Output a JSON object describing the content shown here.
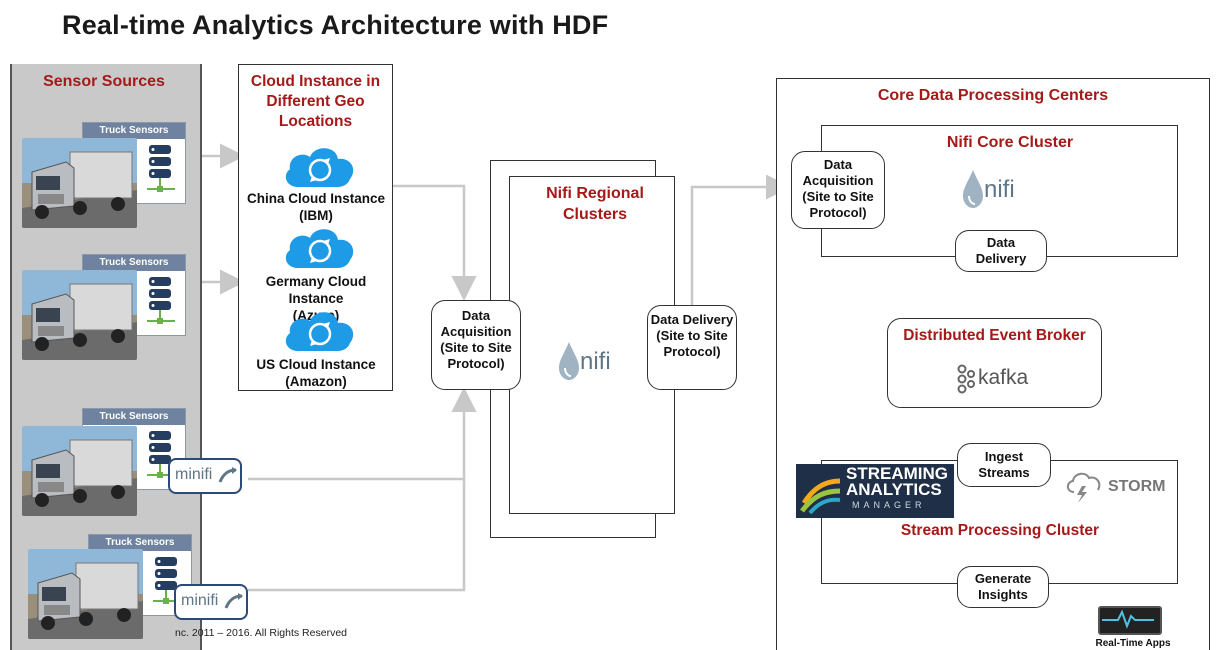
{
  "title": "Real-time Analytics Architecture with HDF",
  "sensor_sources": {
    "header": "Sensor Sources",
    "tags": [
      "Truck Sensors",
      "Truck Sensors",
      "Truck Sensors",
      "Truck Sensors"
    ],
    "minifi_label": "minifi"
  },
  "cloud": {
    "header": "Cloud Instance in Different Geo Locations",
    "instances": [
      {
        "line1": "China Cloud Instance",
        "line2": "(IBM)"
      },
      {
        "line1": "Germany Cloud Instance",
        "line2": "(Azure)"
      },
      {
        "line1": "US Cloud Instance",
        "line2": "(Amazon)"
      }
    ]
  },
  "regional": {
    "header": "Nifi Regional Clusters",
    "acquisition": "Data Acquisition (Site to Site Protocol)",
    "delivery": "Data Delivery (Site to Site Protocol)",
    "logo_text": "nifi"
  },
  "core": {
    "header": "Core Data Processing Centers",
    "nifi_core": "Nifi Core Cluster",
    "acquisition": "Data Acquisition (Site to Site Protocol)",
    "delivery": "Data Delivery",
    "logo_text": "nifi",
    "broker": "Distributed Event Broker",
    "kafka_text": "kafka",
    "ingest": "Ingest Streams",
    "sam_line1": "STREAMING",
    "sam_line2": "ANALYTICS",
    "sam_line3": "MANAGER",
    "storm_text": "STORM",
    "stream_cluster": "Stream Processing Cluster",
    "insights": "Generate Insights",
    "apps": "Real-Time Apps"
  },
  "footer": "nc. 2011 – 2016. All Rights Reserved",
  "colors": {
    "accent_red": "#a51919",
    "cloud_blue": "#1e9be6",
    "arrow_gray": "#c8c8c8",
    "sensor_tag": "#6f83a0"
  }
}
